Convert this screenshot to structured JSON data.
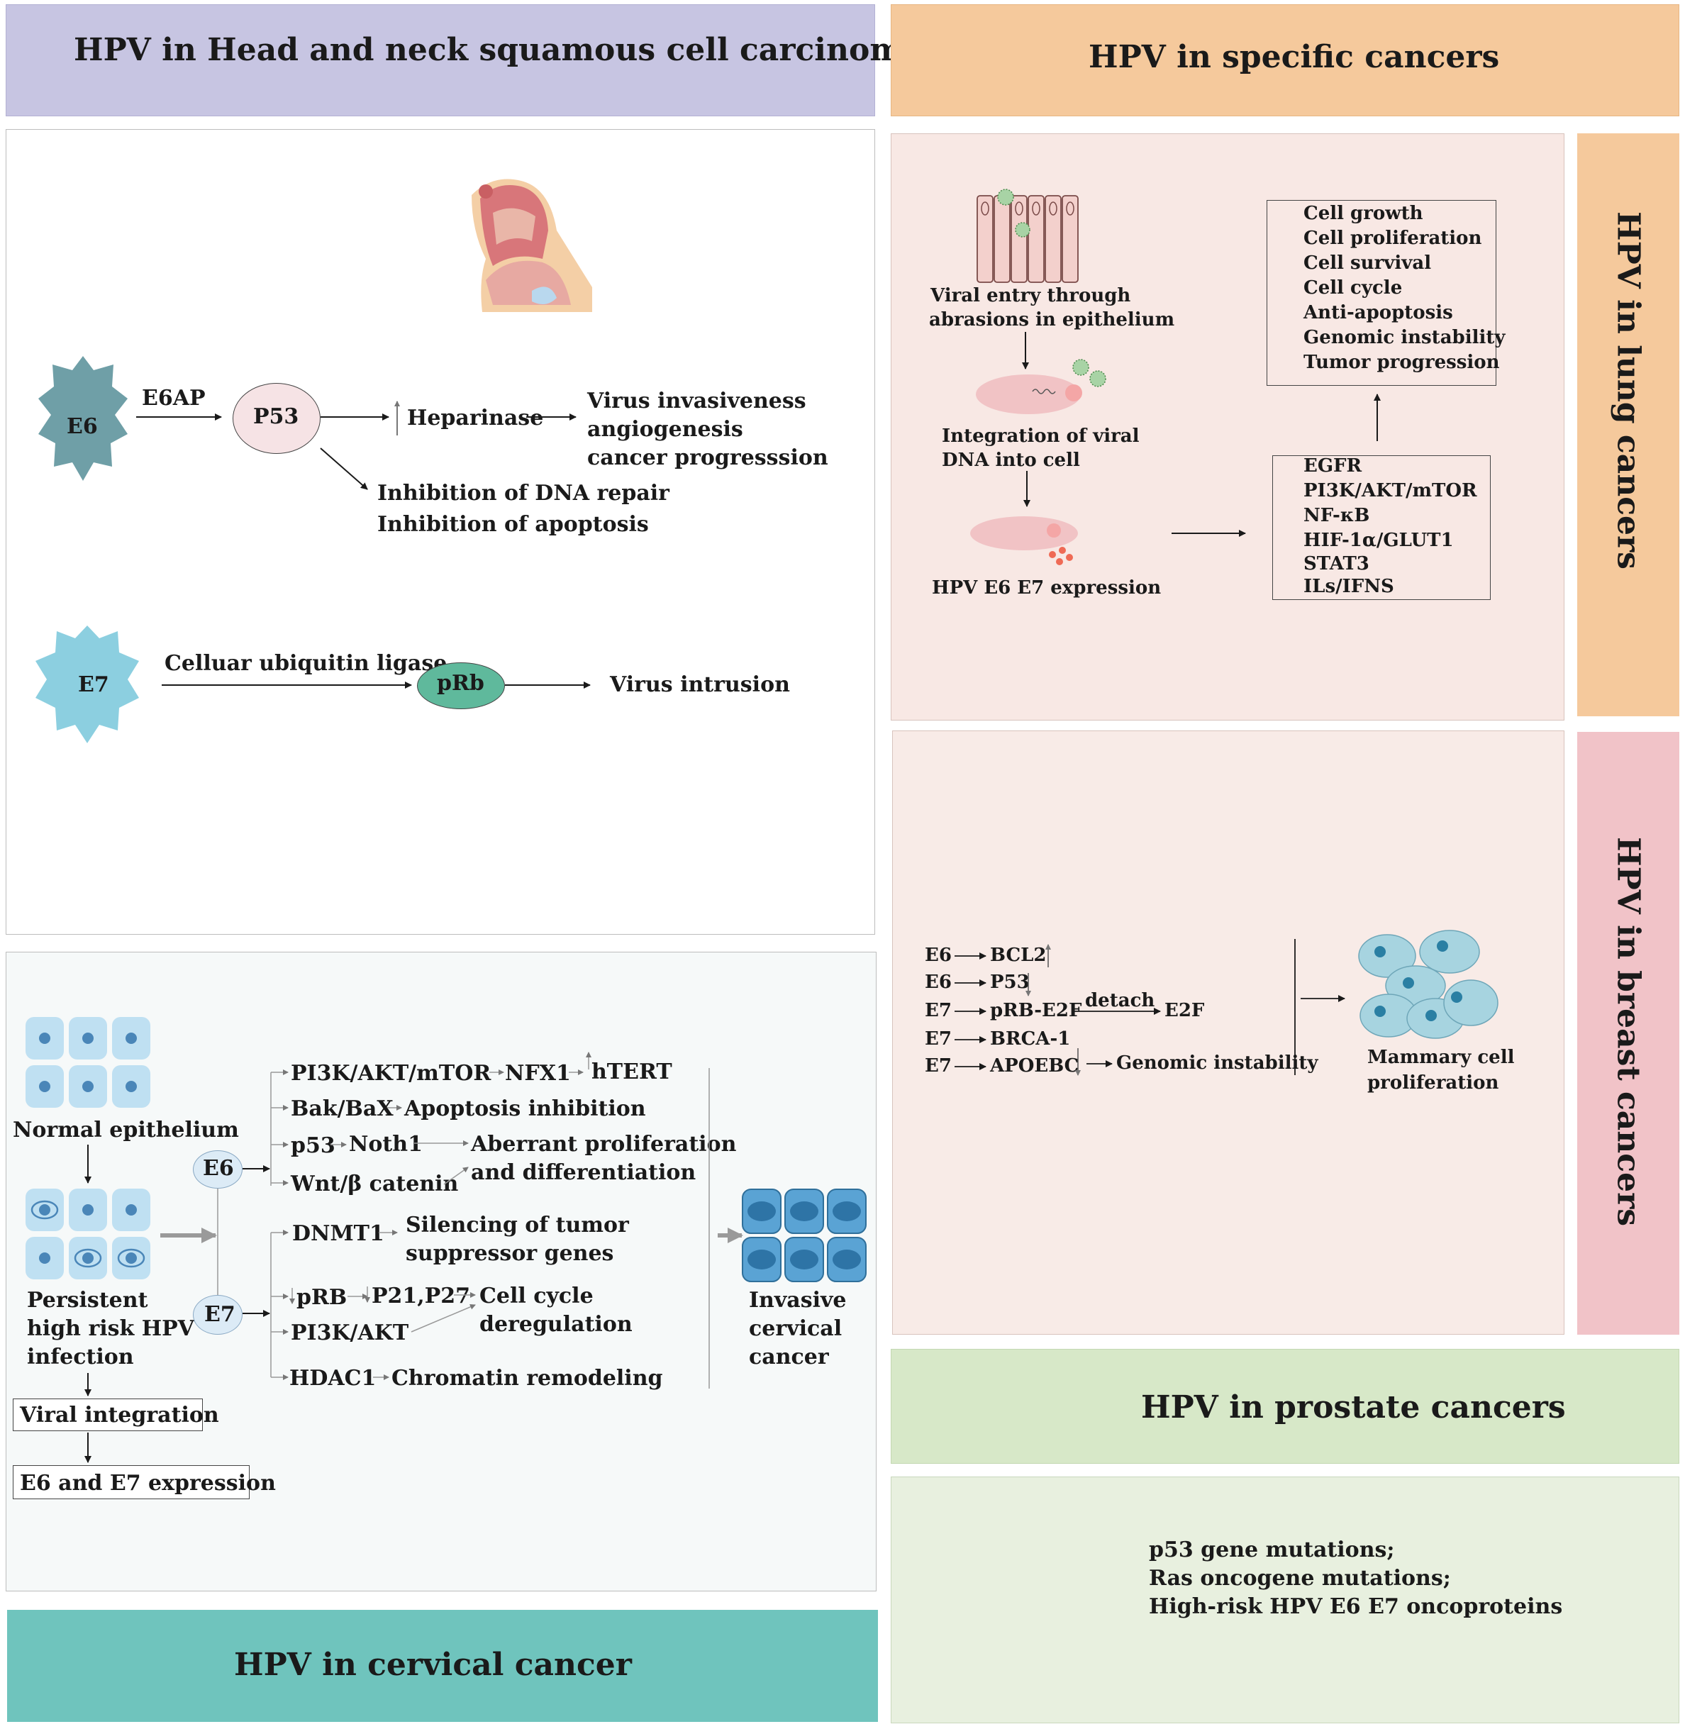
{
  "headers": {
    "head_neck": "HPV in Head and neck squamous cell carcinomas",
    "specific": "HPV in specific cancers",
    "lung": "HPV in lung cancers",
    "breast": "HPV in breast cancers",
    "prostate": "HPV in prostate cancers",
    "cervical": "HPV in cervical cancer"
  },
  "colors": {
    "head_neck_band": "#c7c5e2",
    "specific_band": "#f5c99c",
    "lung_panel": "#f8e8e4",
    "breast_band": "#f1c3c8",
    "prostate_band": "#d7e8c8",
    "prostate_panel": "#e8f0df",
    "cervical_band": "#6fc4bd",
    "cervical_panel": "#f6f9f9"
  },
  "head_neck": {
    "e6": {
      "node": "E6",
      "edge": "E6AP",
      "target": "P53",
      "heparinase": "Heparinase",
      "outcomes": [
        "Virus invasiveness",
        "angiogenesis",
        "cancer progresssion"
      ],
      "inhibitions": [
        "Inhibition of DNA repair",
        "Inhibition of apoptosis"
      ]
    },
    "e7": {
      "node": "E7",
      "edge": "Celluar ubiquitin ligase",
      "target": "pRb",
      "outcome": "Virus intrusion"
    }
  },
  "lung": {
    "steps": [
      "Viral entry through",
      "abrasions in epithelium",
      "Integration of viral",
      "DNA into cell",
      "HPV E6 E7 expression"
    ],
    "pathways": [
      "EGFR",
      "PI3K/AKT/mTOR",
      "NF-κB",
      "HIF-1α/GLUT1",
      "STAT3",
      "ILs/IFNS"
    ],
    "effects": [
      "Cell growth",
      "Cell proliferation",
      "Cell survival",
      "Cell cycle",
      "Anti-apoptosis",
      "Genomic instability",
      "Tumor progression"
    ]
  },
  "breast": {
    "rows": [
      {
        "src": "E6",
        "target": "BCL2"
      },
      {
        "src": "E6",
        "target": "P53"
      },
      {
        "src": "E7",
        "target": "pRB-E2F",
        "edge": "detach",
        "result": "E2F"
      },
      {
        "src": "E7",
        "target": "BRCA-1"
      },
      {
        "src": "E7",
        "target": "APOEBC",
        "result": "Genomic instability"
      }
    ],
    "outcome": [
      "Mammary cell",
      "proliferation"
    ]
  },
  "prostate": {
    "items": [
      "p53 gene mutations;",
      "Ras oncogene mutations;",
      "High-risk HPV E6 E7 oncoproteins"
    ]
  },
  "cervical": {
    "normal": "Normal epithelium",
    "persistent": [
      "Persistent",
      "high risk HPV",
      "infection"
    ],
    "integration": "Viral integration",
    "expression": "E6 and E7 expression",
    "e6": "E6",
    "e7": "E7",
    "e6_paths": {
      "pi3k": "PI3K/AKT/mTOR",
      "nfx1": "NFX1",
      "htert": "hTERT",
      "bak": "Bak/BaX",
      "apoptosis": "Apoptosis inhibition",
      "p53": "p53",
      "noth1": "Noth1",
      "aberrant": [
        "Aberrant proliferation",
        "and differentiation"
      ],
      "wnt": "Wnt/β catenin"
    },
    "e7_paths": {
      "dnmt1": "DNMT1",
      "silencing": [
        "Silencing of tumor",
        "suppressor genes"
      ],
      "prb": "pRB",
      "p21": "P21,P27",
      "cellcycle": [
        "Cell cycle",
        "deregulation"
      ],
      "pi3k": "PI3K/AKT",
      "hdac1": "HDAC1",
      "chromatin": "Chromatin remodeling"
    },
    "invasive": [
      "Invasive",
      "cervical",
      "cancer"
    ]
  }
}
